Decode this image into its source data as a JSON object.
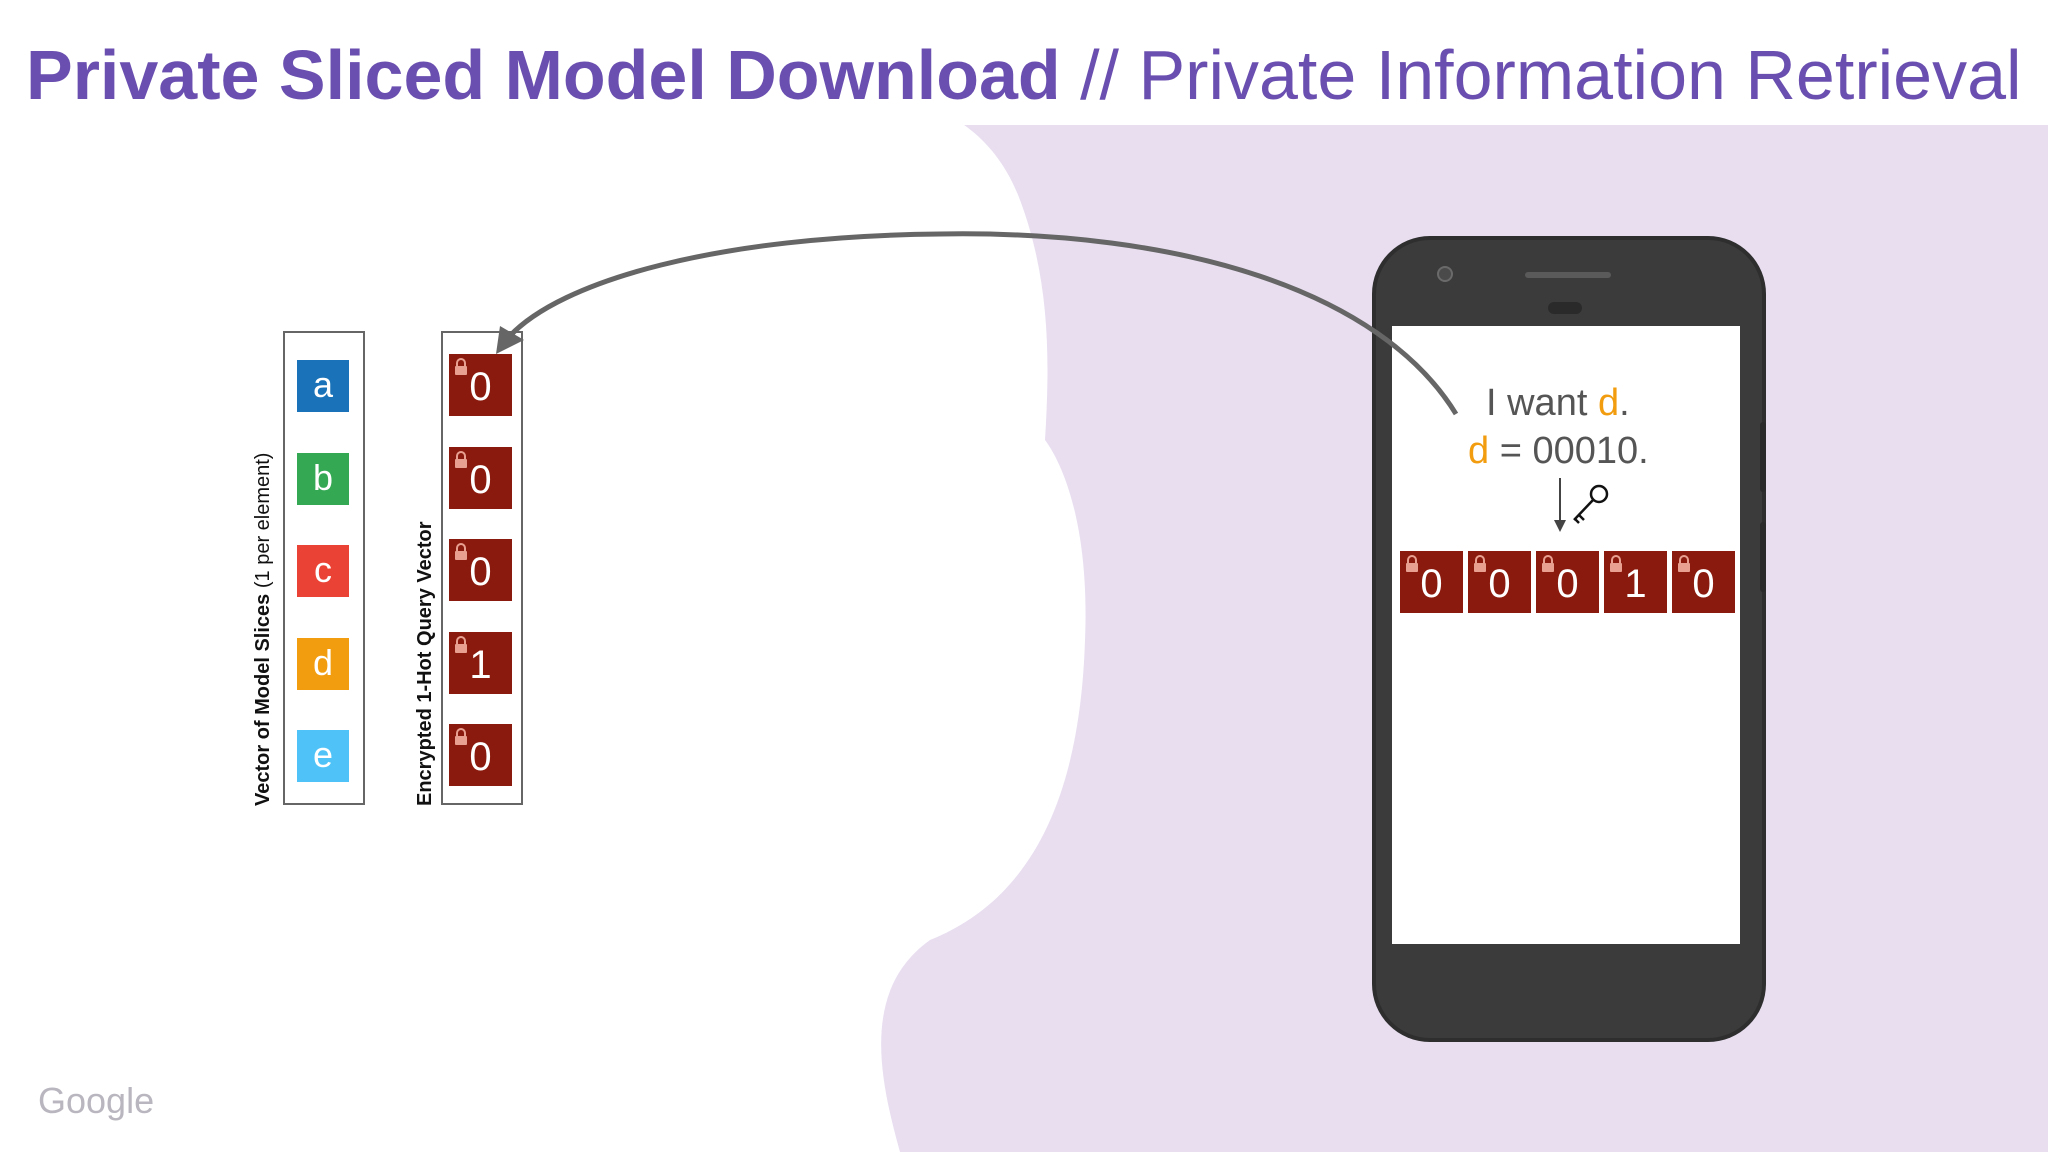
{
  "title": {
    "bold": "Private Sliced Model Download",
    "separator": " // ",
    "subtitle": "Private Information Retrieval"
  },
  "model_slices": {
    "label_bold": "Vector of Model Slices",
    "label_normal": " (1 per element)",
    "items": [
      {
        "label": "a",
        "color": "#1a73b8"
      },
      {
        "label": "b",
        "color": "#34a853"
      },
      {
        "label": "c",
        "color": "#ea4335"
      },
      {
        "label": "d",
        "color": "#f29c0f"
      },
      {
        "label": "e",
        "color": "#4fc3f7"
      }
    ]
  },
  "query_vector": {
    "label": "Encrypted 1-Hot Query Vector",
    "values": [
      "0",
      "0",
      "0",
      "1",
      "0"
    ],
    "color": "#8b1a0e"
  },
  "phone": {
    "line1_prefix": "I want ",
    "line1_target": "d",
    "line1_suffix": ".",
    "line2_target": "d",
    "line2_rest": " = 00010.",
    "encrypted_row": [
      "0",
      "0",
      "0",
      "1",
      "0"
    ],
    "key_icon": "key-icon",
    "lock_icon": "lock-icon"
  },
  "footer": {
    "logo": "Google"
  }
}
